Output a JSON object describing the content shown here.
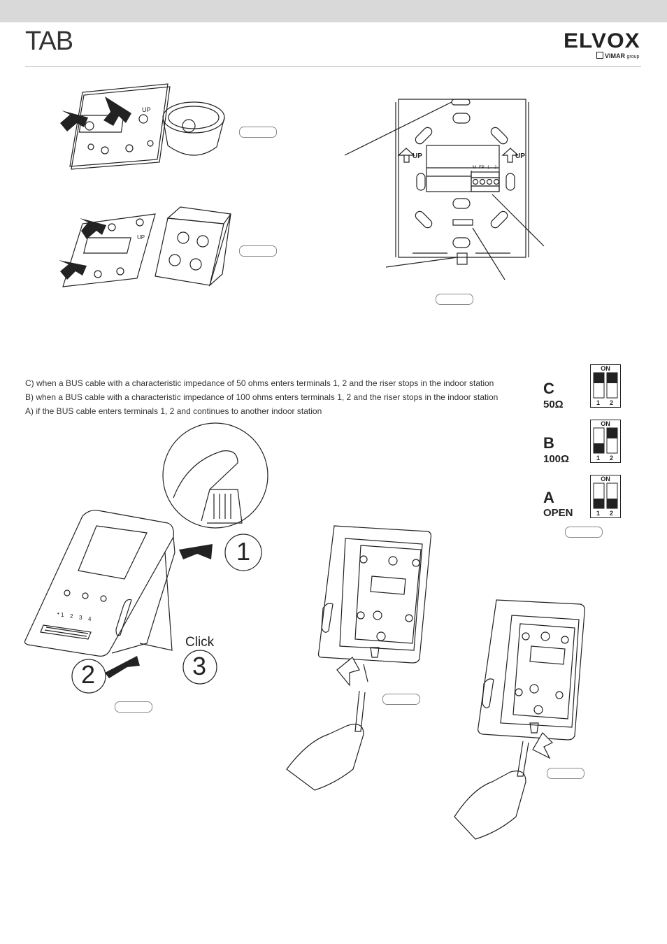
{
  "header": {
    "title": "TAB",
    "logo_word": "ELVOX",
    "logo_brand": "VIMAR",
    "logo_group": "group"
  },
  "instructions": {
    "line_c": "C) when a BUS cable with a characteristic impedance of 50 ohms enters terminals 1, 2 and the riser stops in the indoor station",
    "line_b": "B) when a BUS cable with a characteristic impedance of 100 ohms enters terminals 1, 2 and the riser stops in the indoor station",
    "line_a": "A) if the BUS cable enters terminals 1, 2 and continues to another indoor station"
  },
  "dip_switches": [
    {
      "letter": "C",
      "value": "50Ω",
      "on_label": "ON",
      "pos1": "1",
      "pos2": "2"
    },
    {
      "letter": "B",
      "value": "100Ω",
      "on_label": "ON",
      "pos1": "1",
      "pos2": "2"
    },
    {
      "letter": "A",
      "value": "OPEN",
      "on_label": "ON",
      "pos1": "1",
      "pos2": "2"
    }
  ],
  "bracket": {
    "up_label": "UP",
    "terminal_labels": [
      "M",
      "FP",
      "1",
      "2"
    ]
  },
  "device": {
    "keypad_labels": [
      "1",
      "2",
      "3",
      "4"
    ]
  },
  "steps": {
    "step1": "1",
    "step2": "2",
    "step3": "3",
    "click_label": "Click"
  },
  "colors": {
    "line": "#222222",
    "header_bar": "#d9d9d9"
  }
}
